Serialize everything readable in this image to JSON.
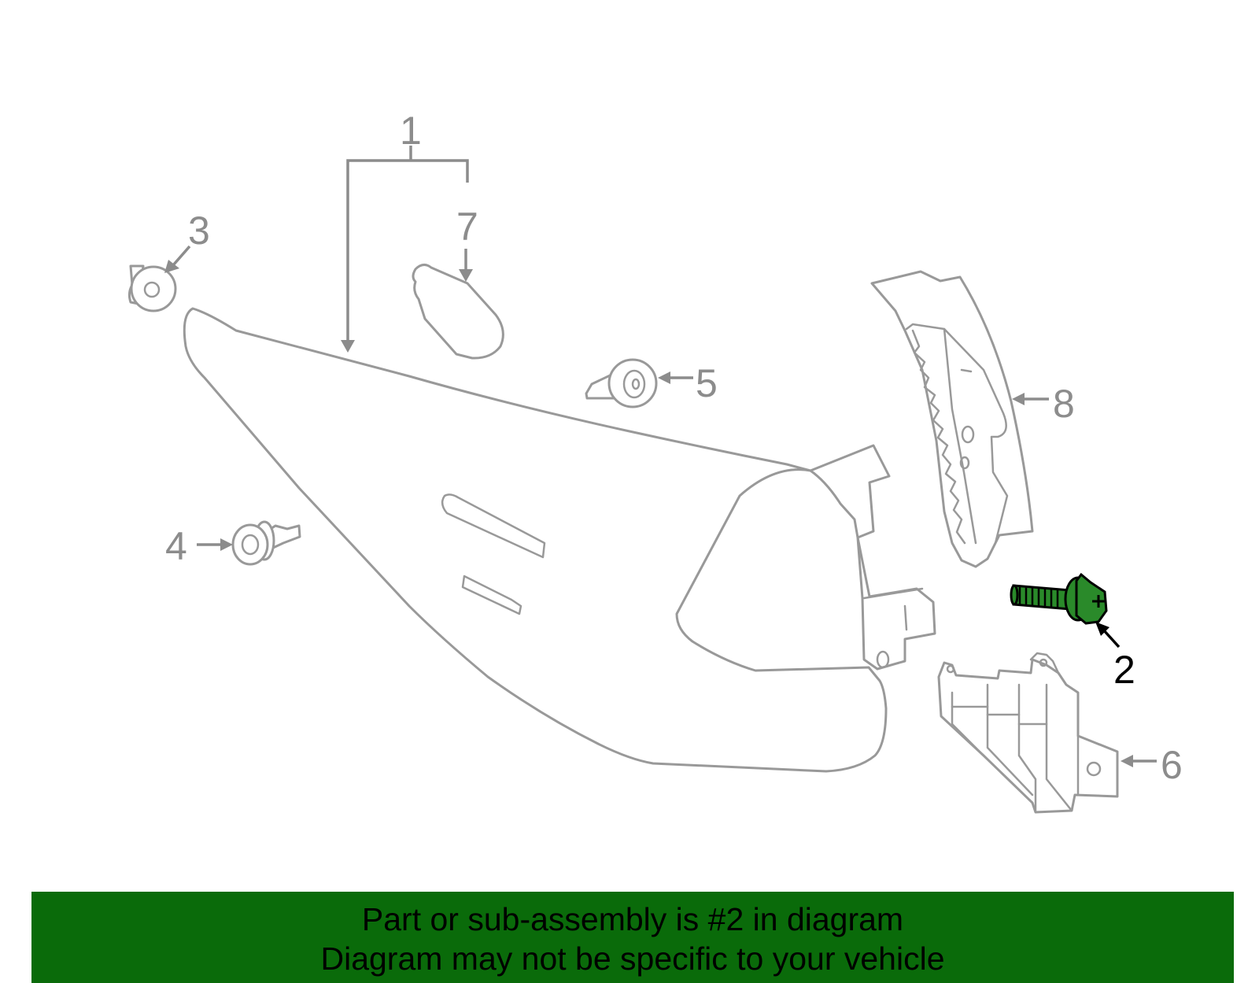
{
  "diagram": {
    "callouts": [
      "1",
      "2",
      "3",
      "4",
      "5",
      "6",
      "7",
      "8"
    ],
    "highlighted_part": "2",
    "highlight_color": "#1e7a1e",
    "line_color": "#999999"
  },
  "banner": {
    "line1": "Part or sub-assembly is #2 in diagram",
    "line2": "Diagram may not be specific to your vehicle",
    "background": "#0a6b0a"
  }
}
